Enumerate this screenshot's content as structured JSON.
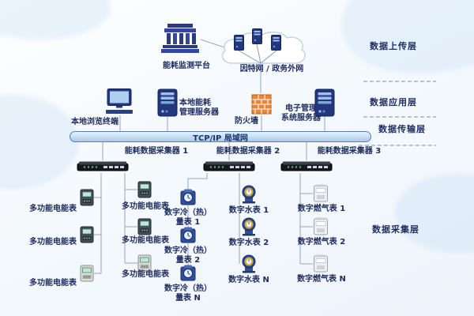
{
  "top": {
    "platform_label": "能耗监测平台",
    "internet_label": "因特网 / 政务外网"
  },
  "layers": {
    "upload": "数据上传层",
    "app": "数据应用层",
    "transport": "数据传输层",
    "collect": "数据采集层"
  },
  "app_row": {
    "terminal": "本地浏览终端",
    "local_server": "本地能耗\n管理服务器",
    "firewall": "防火墙",
    "ems_server": "电子管理\n系统服务器"
  },
  "lan_label": "TCP/IP 局域网",
  "collectors": {
    "c1": "能耗数据采集器 1",
    "c2": "能耗数据采集器 2",
    "c3": "能耗数据采集器 3"
  },
  "meters": {
    "power_a": [
      "多功能电能表",
      "多功能电能表",
      "多功能电能表"
    ],
    "power_b": [
      "多功能电能表",
      "多功能电能表",
      "多功能电能表"
    ],
    "heat": [
      "数字冷（热）\n量表 1",
      "数字冷（热）\n量表 2",
      "数字冷（热）\n量表 N"
    ],
    "water": [
      "数字水表 1",
      "数字水表 2",
      "数字水表 N"
    ],
    "gas": [
      "数字燃气表 1",
      "数字燃气表 2",
      "数字燃气表 N"
    ]
  },
  "colors": {
    "icon_navy": "#24367d",
    "firewall_orange": "#e8873a",
    "label_navy": "#1d2b5f",
    "lan_border": "#4f7fbf",
    "wire_gray": "#98a4b3"
  }
}
